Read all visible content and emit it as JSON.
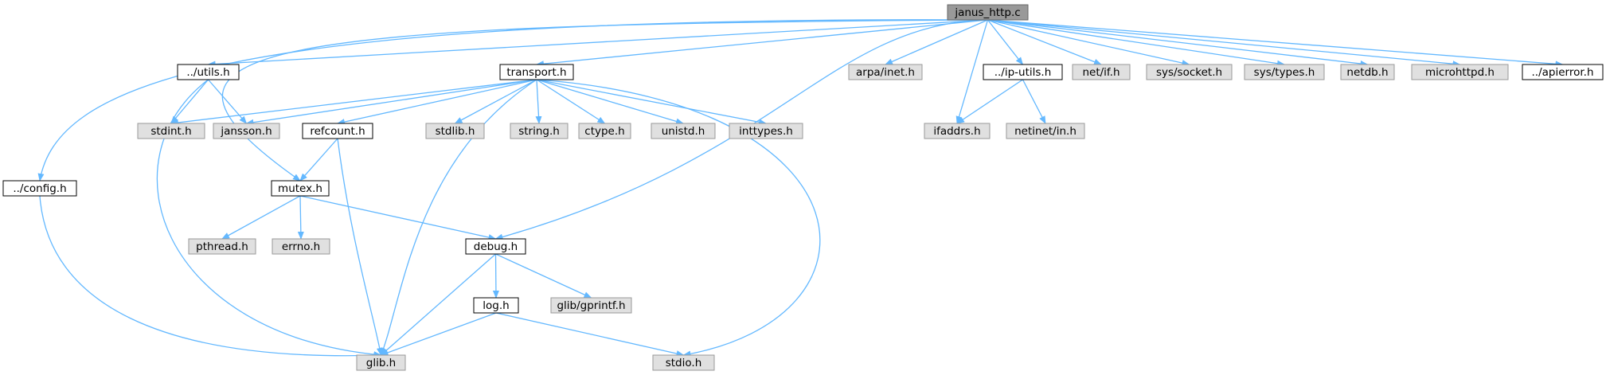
{
  "diagram": {
    "edge_color": "#63b8ff",
    "nodes": [
      {
        "id": "janus_http_c",
        "label": "janus_http.c",
        "kind": "focus"
      },
      {
        "id": "utils_h",
        "label": "../utils.h",
        "kind": "doc"
      },
      {
        "id": "transport_h",
        "label": "transport.h",
        "kind": "doc"
      },
      {
        "id": "config_h",
        "label": "../config.h",
        "kind": "doc"
      },
      {
        "id": "mutex_h",
        "label": "mutex.h",
        "kind": "doc"
      },
      {
        "id": "refcount_h",
        "label": "refcount.h",
        "kind": "doc"
      },
      {
        "id": "debug_h",
        "label": "debug.h",
        "kind": "doc"
      },
      {
        "id": "log_h",
        "label": "log.h",
        "kind": "doc"
      },
      {
        "id": "ip_utils_h",
        "label": "../ip-utils.h",
        "kind": "doc"
      },
      {
        "id": "apierror_h",
        "label": "../apierror.h",
        "kind": "doc"
      },
      {
        "id": "stdint_h",
        "label": "stdint.h",
        "kind": "sys"
      },
      {
        "id": "jansson_h",
        "label": "jansson.h",
        "kind": "sys"
      },
      {
        "id": "stdlib_h",
        "label": "stdlib.h",
        "kind": "sys"
      },
      {
        "id": "string_h",
        "label": "string.h",
        "kind": "sys"
      },
      {
        "id": "ctype_h",
        "label": "ctype.h",
        "kind": "sys"
      },
      {
        "id": "unistd_h",
        "label": "unistd.h",
        "kind": "sys"
      },
      {
        "id": "inttypes_h",
        "label": "inttypes.h",
        "kind": "sys"
      },
      {
        "id": "pthread_h",
        "label": "pthread.h",
        "kind": "sys"
      },
      {
        "id": "errno_h",
        "label": "errno.h",
        "kind": "sys"
      },
      {
        "id": "glib_gprintf_h",
        "label": "glib/gprintf.h",
        "kind": "sys"
      },
      {
        "id": "glib_h",
        "label": "glib.h",
        "kind": "sys"
      },
      {
        "id": "stdio_h",
        "label": "stdio.h",
        "kind": "sys"
      },
      {
        "id": "arpa_inet_h",
        "label": "arpa/inet.h",
        "kind": "sys"
      },
      {
        "id": "ifaddrs_h",
        "label": "ifaddrs.h",
        "kind": "sys"
      },
      {
        "id": "netinet_in_h",
        "label": "netinet/in.h",
        "kind": "sys"
      },
      {
        "id": "net_if_h",
        "label": "net/if.h",
        "kind": "sys"
      },
      {
        "id": "sys_socket_h",
        "label": "sys/socket.h",
        "kind": "sys"
      },
      {
        "id": "sys_types_h",
        "label": "sys/types.h",
        "kind": "sys"
      },
      {
        "id": "netdb_h",
        "label": "netdb.h",
        "kind": "sys"
      },
      {
        "id": "microhttpd_h",
        "label": "microhttpd.h",
        "kind": "sys"
      }
    ],
    "edges": [
      {
        "from": "janus_http_c",
        "to": "utils_h"
      },
      {
        "from": "janus_http_c",
        "to": "transport_h"
      },
      {
        "from": "janus_http_c",
        "to": "config_h"
      },
      {
        "from": "janus_http_c",
        "to": "mutex_h"
      },
      {
        "from": "janus_http_c",
        "to": "debug_h"
      },
      {
        "from": "janus_http_c",
        "to": "arpa_inet_h"
      },
      {
        "from": "janus_http_c",
        "to": "ifaddrs_h"
      },
      {
        "from": "janus_http_c",
        "to": "ip_utils_h"
      },
      {
        "from": "janus_http_c",
        "to": "net_if_h"
      },
      {
        "from": "janus_http_c",
        "to": "sys_socket_h"
      },
      {
        "from": "janus_http_c",
        "to": "sys_types_h"
      },
      {
        "from": "janus_http_c",
        "to": "netdb_h"
      },
      {
        "from": "janus_http_c",
        "to": "microhttpd_h"
      },
      {
        "from": "janus_http_c",
        "to": "apierror_h"
      },
      {
        "from": "utils_h",
        "to": "stdint_h"
      },
      {
        "from": "utils_h",
        "to": "jansson_h"
      },
      {
        "from": "utils_h",
        "to": "glib_h"
      },
      {
        "from": "transport_h",
        "to": "stdint_h"
      },
      {
        "from": "transport_h",
        "to": "jansson_h"
      },
      {
        "from": "transport_h",
        "to": "refcount_h"
      },
      {
        "from": "transport_h",
        "to": "glib_h"
      },
      {
        "from": "transport_h",
        "to": "stdlib_h"
      },
      {
        "from": "transport_h",
        "to": "string_h"
      },
      {
        "from": "transport_h",
        "to": "ctype_h"
      },
      {
        "from": "transport_h",
        "to": "unistd_h"
      },
      {
        "from": "transport_h",
        "to": "inttypes_h"
      },
      {
        "from": "transport_h",
        "to": "stdio_h"
      },
      {
        "from": "refcount_h",
        "to": "mutex_h"
      },
      {
        "from": "refcount_h",
        "to": "glib_h"
      },
      {
        "from": "config_h",
        "to": "glib_h"
      },
      {
        "from": "mutex_h",
        "to": "pthread_h"
      },
      {
        "from": "mutex_h",
        "to": "errno_h"
      },
      {
        "from": "mutex_h",
        "to": "debug_h"
      },
      {
        "from": "debug_h",
        "to": "log_h"
      },
      {
        "from": "debug_h",
        "to": "glib_gprintf_h"
      },
      {
        "from": "debug_h",
        "to": "glib_h"
      },
      {
        "from": "log_h",
        "to": "glib_h"
      },
      {
        "from": "log_h",
        "to": "stdio_h"
      },
      {
        "from": "ip_utils_h",
        "to": "ifaddrs_h"
      },
      {
        "from": "ip_utils_h",
        "to": "netinet_in_h"
      }
    ]
  }
}
